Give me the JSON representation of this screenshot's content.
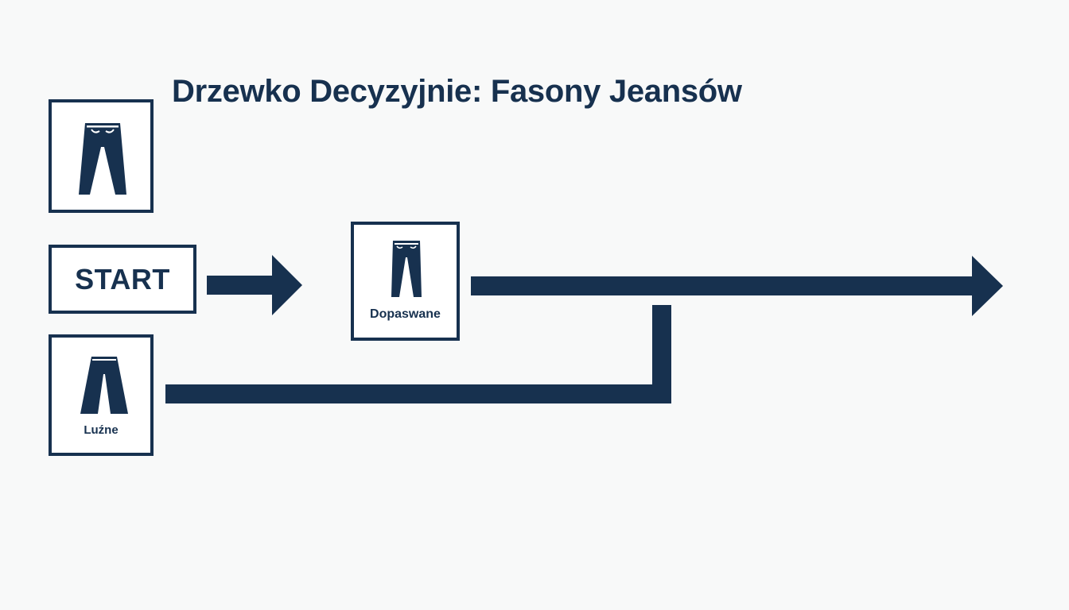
{
  "title": "Drzewko Decyzyjnie: Fasony Jeansów",
  "nodes": {
    "top_icon": {
      "label": "",
      "icon": "jeans-icon"
    },
    "start": {
      "label": "START"
    },
    "fitted": {
      "label": "Dopaswane",
      "icon": "slim-jeans-icon"
    },
    "loose": {
      "label": "Luźne",
      "icon": "wide-jeans-icon"
    }
  },
  "colors": {
    "primary": "#17314f",
    "background": "#f8f9f9",
    "node_fill": "#ffffff"
  }
}
